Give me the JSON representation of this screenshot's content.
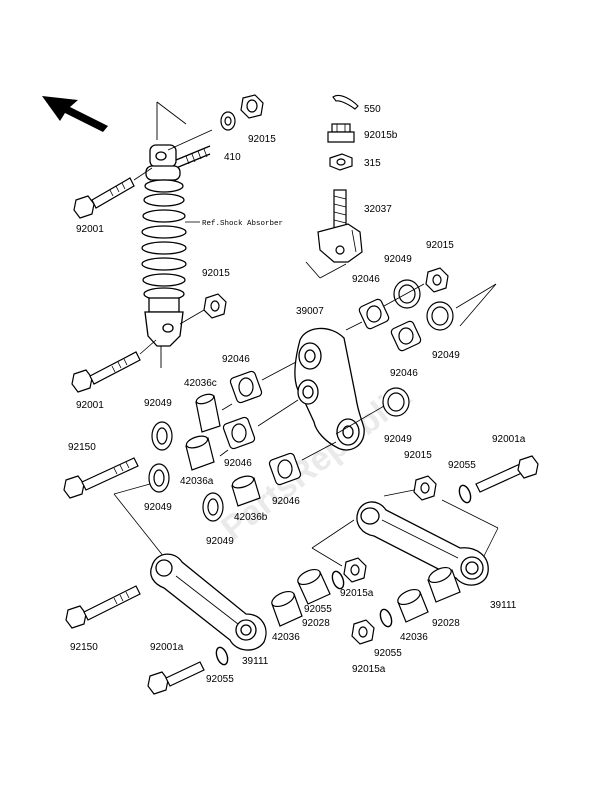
{
  "watermark": "PartsRepublik",
  "reference_note": "Ref.Shock Absorber",
  "part_labels": {
    "p550": "550",
    "p92015b": "92015b",
    "p315": "315",
    "p32037": "32037",
    "p92015_top": "92015",
    "p410": "410",
    "p92001_top": "92001",
    "p92015_mid": "92015",
    "p92015_r": "92015",
    "p92049_r1": "92049",
    "p92046_r1": "92046",
    "p39007": "39007",
    "p92049_r2": "92049",
    "p92046_r2": "92046",
    "p92046_l1": "92046",
    "p42036c": "42036c",
    "p92001_mid": "92001",
    "p92049_l1": "92049",
    "p92049_c": "92049",
    "p92150_top": "92150",
    "p42036a": "42036a",
    "p92046_l2": "92046",
    "p92046_c": "92046",
    "p92049_l2": "92049",
    "p42036b": "42036b",
    "p92049_l3": "92049",
    "p92015_c": "92015",
    "p92055_r": "92055",
    "p92001a_r": "92001a",
    "p92015a_c": "92015a",
    "p92055_c": "92055",
    "p92028_c": "92028",
    "p42036_c": "42036",
    "p39111_r": "39111",
    "p92028_r": "92028",
    "p42036_r": "42036",
    "p92055_b": "92055",
    "p92015a_b": "92015a",
    "p92150_bot": "92150",
    "p92001a_bot": "92001a",
    "p92055_l": "92055",
    "p39111_l": "39111"
  },
  "icons": {
    "direction": "front-direction-arrow-icon"
  }
}
